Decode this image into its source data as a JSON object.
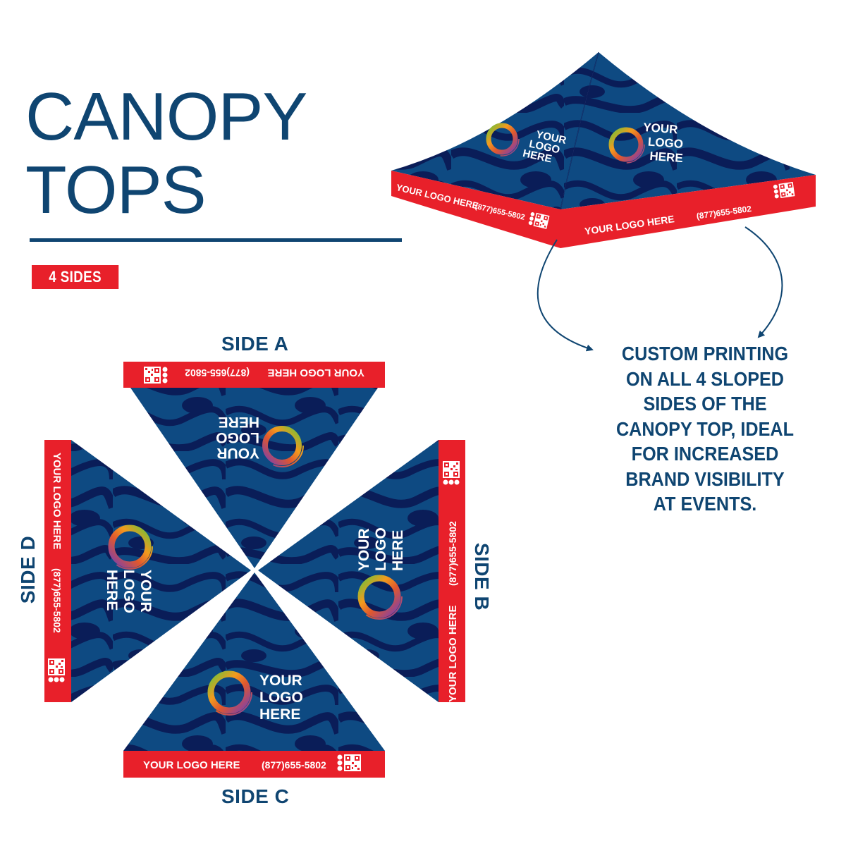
{
  "header": {
    "title_line1": "CANOPY",
    "title_line2": "TOPS",
    "badge": "4 SIDES"
  },
  "colors": {
    "navy": "#0f4571",
    "red": "#e8202a",
    "fabric_dark": "#0c1f5c",
    "fabric_light": "#0e4a82",
    "white": "#ffffff"
  },
  "canopy_preview": {
    "panels": [
      {
        "logo_text": [
          "YOUR",
          "LOGO",
          "HERE"
        ],
        "valance_text": "YOUR LOGO HERE",
        "phone": "(877)655-5802"
      },
      {
        "logo_text": [
          "YOUR",
          "LOGO",
          "HERE"
        ],
        "valance_text": "YOUR LOGO HERE",
        "phone": "(877)655-5802"
      }
    ]
  },
  "description": {
    "lines": [
      "CUSTOM PRINTING",
      "ON ALL 4 SLOPED",
      "SIDES OF THE",
      "CANOPY TOP, IDEAL",
      "FOR INCREASED",
      "BRAND VISIBILITY",
      "AT EVENTS."
    ]
  },
  "sides": [
    {
      "label": "SIDE A",
      "logo_text": [
        "YOUR",
        "LOGO",
        "HERE"
      ],
      "valance_text": "YOUR LOGO HERE",
      "phone": "(877)655-5802"
    },
    {
      "label": "SIDE B",
      "logo_text": [
        "YOUR",
        "LOGO",
        "HERE"
      ],
      "valance_text": "YOUR LOGO HERE",
      "phone": "(877)655-5802"
    },
    {
      "label": "SIDE C",
      "logo_text": [
        "YOUR",
        "LOGO",
        "HERE"
      ],
      "valance_text": "YOUR LOGO HERE",
      "phone": "(877)655-5802"
    },
    {
      "label": "SIDE D",
      "logo_text": [
        "YOUR",
        "LOGO",
        "HERE"
      ],
      "valance_text": "YOUR LOGO HERE",
      "phone": "(877)655-5802"
    }
  ]
}
